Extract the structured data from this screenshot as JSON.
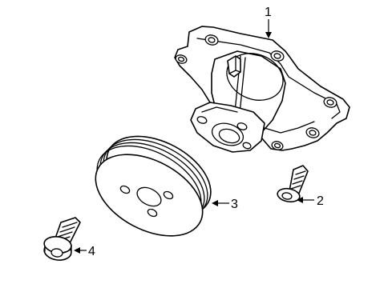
{
  "diagram": {
    "callouts": [
      {
        "id": "callout-1",
        "label": "1",
        "part": "water-pump"
      },
      {
        "id": "callout-2",
        "label": "2",
        "part": "pump-bolt"
      },
      {
        "id": "callout-3",
        "label": "3",
        "part": "pulley"
      },
      {
        "id": "callout-4",
        "label": "4",
        "part": "pulley-bolt"
      }
    ],
    "colors": {
      "line": "#000000",
      "background": "#ffffff"
    }
  }
}
